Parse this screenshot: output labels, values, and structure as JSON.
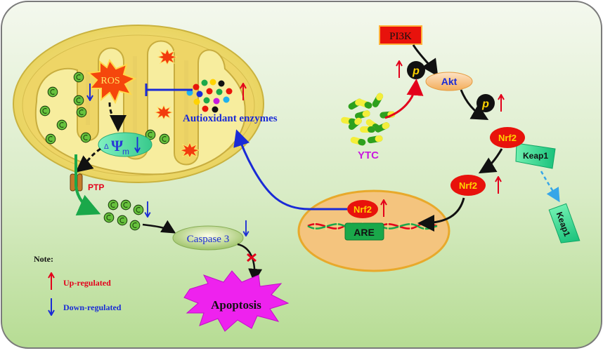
{
  "nodes": {
    "pi3k": "PI3K",
    "akt": "Akt",
    "p": "p",
    "nrf2": "Nrf2",
    "keap1": "Keap1",
    "ytc": "YTC",
    "are": "ARE",
    "ros": "ROS",
    "antioxidant": "Autioxidant enzymes",
    "delta_psi": "Ψ",
    "delta": "Δ",
    "psi_sub": "m",
    "ptp": "PTP",
    "caspase3": "Caspase 3",
    "apoptosis": "Apoptosis"
  },
  "legend": {
    "title": "Note:",
    "up": "Up-regulated",
    "down": "Down-regulated"
  },
  "colors": {
    "up_arrow": "#e3001b",
    "down_arrow": "#1a2bd6",
    "pathway_blue": "#1a2bd6",
    "ytc_purple": "#c81adf",
    "nrf2_red": "#e8120c",
    "apoptosis_magenta": "#ee22ee",
    "mito_yellow": "#f3e27a"
  }
}
